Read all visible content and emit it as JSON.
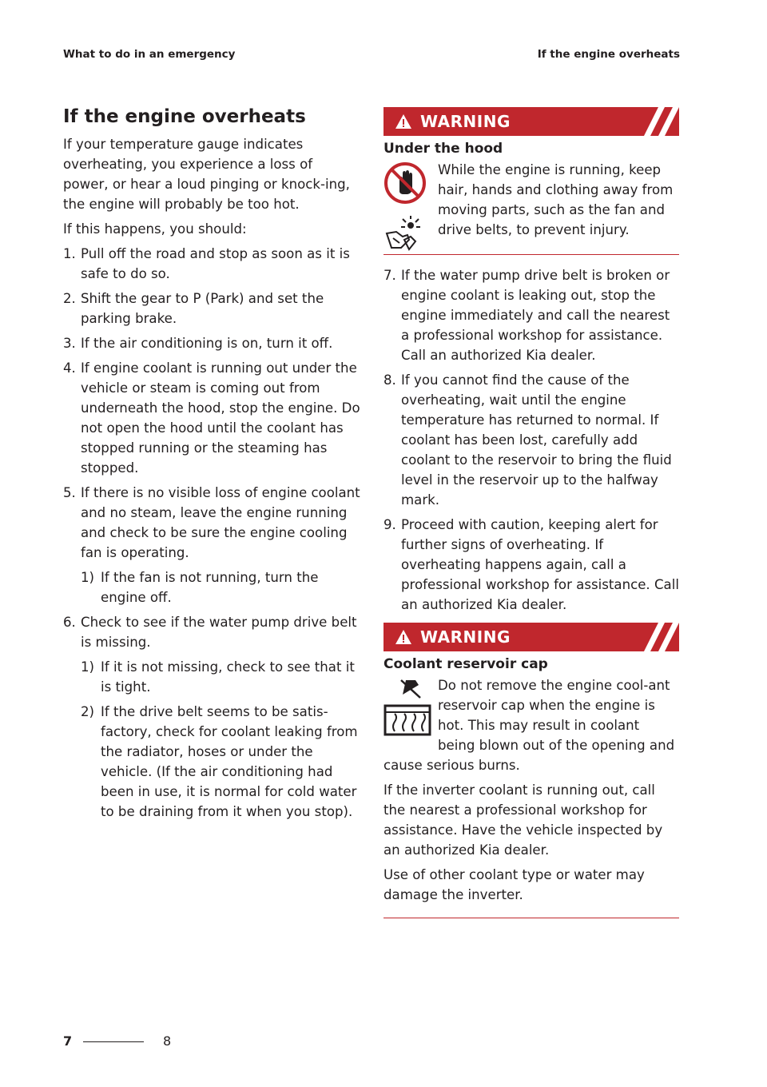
{
  "header": {
    "left": "What to do in an emergency",
    "right": "If the engine overheats"
  },
  "section": {
    "title": "If the engine overheats",
    "intro": "If your temperature gauge indicates overheating, you experience a loss of power, or hear a loud pinging or knock-ing, the engine will probably be too hot.",
    "lead": "If this happens, you should:",
    "steps_left": [
      {
        "num": "1.",
        "text": "Pull off the road and stop as soon as it is safe to do so."
      },
      {
        "num": "2.",
        "text": "Shift the gear to P (Park) and set the parking brake."
      },
      {
        "num": "3.",
        "text": "If the air conditioning is on, turn it off."
      },
      {
        "num": "4.",
        "text": "If engine coolant is running out under the vehicle or steam is coming out from underneath the hood, stop the engine. Do not open the hood until the coolant has stopped running or the steaming has stopped."
      },
      {
        "num": "5.",
        "text": "If there is no visible loss of engine coolant and no steam, leave the engine running and check to be sure the engine cooling fan is operating.",
        "sub": [
          {
            "num": "1)",
            "text": "If the fan is not running, turn the engine off."
          }
        ]
      },
      {
        "num": "6.",
        "text": "Check to see if the water pump drive belt is missing.",
        "sub": [
          {
            "num": "1)",
            "text": "If it is not missing, check to see that it is tight."
          },
          {
            "num": "2)",
            "text": "If the drive belt seems to be satis-factory, check for coolant leaking from the radiator, hoses or under the vehicle. (If the air conditioning had been in use, it is normal for cold water to be draining from it when you stop)."
          }
        ]
      }
    ],
    "steps_right": [
      {
        "num": "7.",
        "text": "If the water pump drive belt is broken or engine coolant is leaking out, stop the engine immediately and call the nearest a professional workshop for assistance. Call an authorized Kia dealer."
      },
      {
        "num": "8.",
        "text": "If you cannot find the cause of the overheating, wait until the engine temperature has returned to normal. If coolant has been lost, carefully add coolant to the reservoir to bring the fluid level in the reservoir up to the halfway mark."
      },
      {
        "num": "9.",
        "text": "Proceed with caution, keeping alert for further signs of overheating. If overheating happens again, call a professional workshop for assistance. Call an authorized Kia dealer."
      }
    ]
  },
  "warning1": {
    "label": "WARNING",
    "subtitle": "Under the hood",
    "text": "While the engine is running, keep hair, hands and clothing away from moving parts, such as the fan and drive belts, to prevent injury."
  },
  "warning2": {
    "label": "WARNING",
    "subtitle": "Coolant reservoir cap",
    "text": "Do not remove the engine cool-ant reservoir cap when the engine is hot. This may result in coolant being blown out of the opening and cause serious burns.",
    "para2": "If the inverter coolant is running out, call the nearest a professional workshop for assistance. Have the vehicle inspected by an authorized Kia dealer.",
    "para3": "Use of other coolant type or water may damage the inverter."
  },
  "footer": {
    "chapter": "7",
    "page": "8"
  },
  "colors": {
    "warning_red": "#c0272d",
    "text": "#231f20"
  },
  "icons": [
    "warning-triangle-icon",
    "no-hand-icon",
    "rotating-fan-hazard-icon",
    "hot-reservoir-icon"
  ]
}
